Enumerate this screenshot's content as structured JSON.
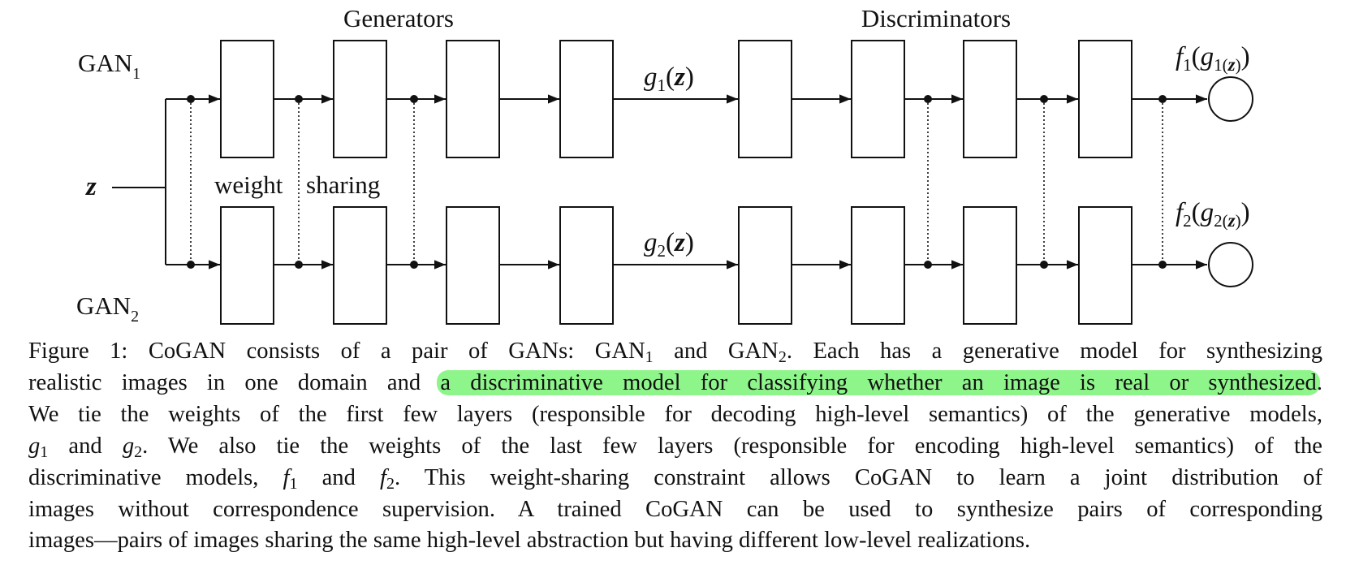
{
  "diagram": {
    "generators_label": "Generators",
    "discriminators_label": "Discriminators",
    "gan1_label": "GAN",
    "gan1_sub": "1",
    "gan2_label": "GAN",
    "gan2_sub": "2",
    "input_label": "z",
    "weight_label": "weight",
    "sharing_label": "sharing",
    "g1_label": {
      "fn": "g",
      "sub": "1",
      "arg": "z"
    },
    "g2_label": {
      "fn": "g",
      "sub": "2",
      "arg": "z"
    },
    "f1_label": {
      "fn": "f",
      "sub": "1",
      "inner": "g",
      "inner_sub": "1",
      "arg": "z"
    },
    "f2_label": {
      "fn": "f",
      "sub": "2",
      "inner": "g",
      "inner_sub": "2",
      "arg": "z"
    }
  },
  "caption": {
    "l1a": "Figure 1: CoGAN consists of a pair of GANs: GAN",
    "l1_sub1": "1",
    "l1b": " and GAN",
    "l1_sub2": "2",
    "l1c": ". Each has a generative model for synthesizing",
    "l2a": "realistic images in one domain and",
    "l2_highlight": "a discriminative model for classifying whether an image is real or synthesized",
    "l2b": ".",
    "l3": "We tie the weights of the first few layers (responsible for decoding high-level semantics) of the generative models,",
    "l4_g": "g",
    "l4_sub1": "1",
    "l4_and": " and ",
    "l4_g2": "g",
    "l4_sub2": "2",
    "l4b": ". We also tie the weights of the last few layers (responsible for encoding high-level semantics) of the",
    "l5a": "discriminative models, ",
    "l5_f": "f",
    "l5_sub1": "1",
    "l5_and": " and ",
    "l5_f2": "f",
    "l5_sub2": "2",
    "l5b": ". This weight-sharing constraint allows CoGAN to learn a joint distribution of",
    "l6": "images without correspondence supervision. A trained CoGAN can be used to synthesize pairs of corresponding",
    "l7": "images—pairs of images sharing the same high-level abstraction but having different low-level realizations."
  },
  "colors": {
    "highlight": "#8ef58b",
    "line": "#111111"
  }
}
